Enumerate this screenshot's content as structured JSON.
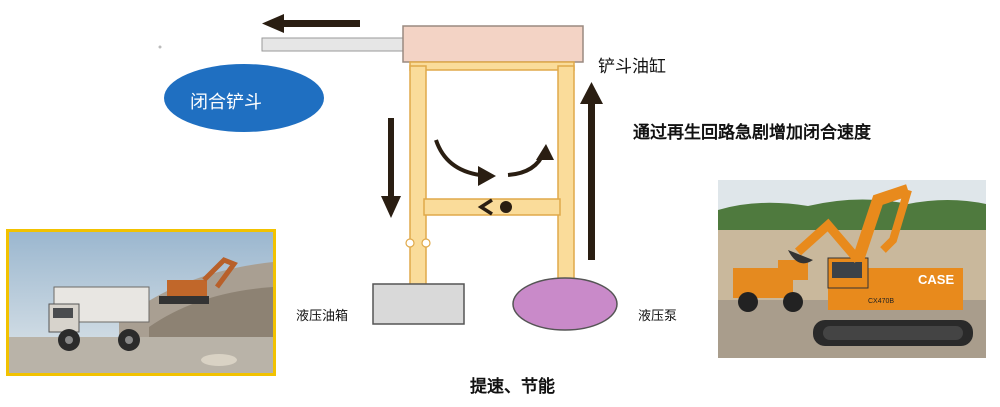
{
  "labels": {
    "bucket_cylinder": "铲斗油缸",
    "regen_note": "通过再生回路急剧增加闭合速度",
    "hydraulic_tank": "液压油箱",
    "hydraulic_pump": "液压泵",
    "close_bucket": "闭合铲斗",
    "bottom_caption": "提速、节能"
  },
  "photos": {
    "excavator_brand": "CASE",
    "excavator_model": "CX470B"
  },
  "colors": {
    "pipe_fill": "#fadc9a",
    "pipe_stroke": "#e0a94a",
    "cylinder_head": "#f3d3c5",
    "tank_fill": "#d9d9d9",
    "pump_fill": "#c98ac9",
    "ellipse_fill": "#1f6fc1",
    "arrow": "#2a1e12",
    "photo_frame": "#f2c200"
  }
}
